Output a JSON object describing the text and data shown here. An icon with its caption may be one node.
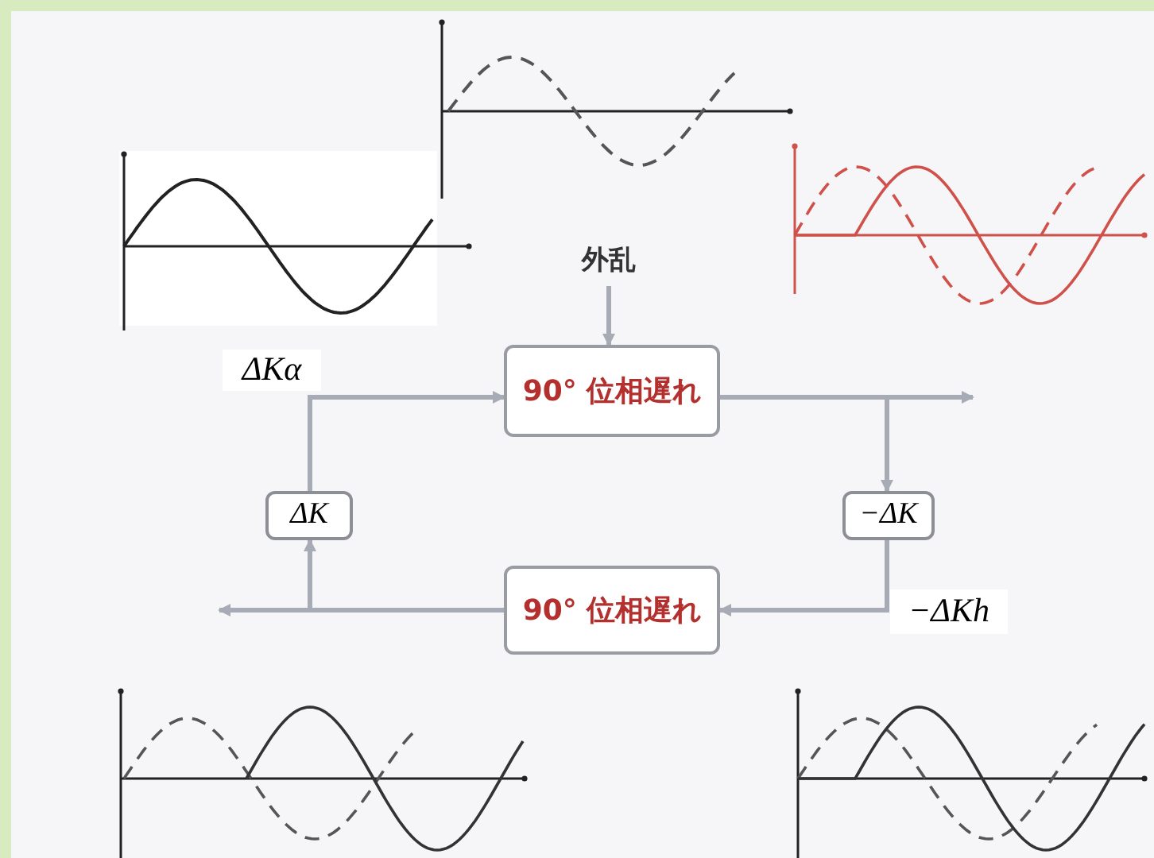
{
  "diagram": {
    "nodes": [
      {
        "text": [
          "外乱"
        ]
      },
      {
        "text": [
          "90° 位相遅れ"
        ]
      },
      {
        "text": [
          "−ΔK"
        ]
      },
      {
        "text": [
          "90° 位相遅れ"
        ]
      },
      {
        "text": [
          "ΔK"
        ]
      }
    ],
    "edges": [
      {
        "from": 0,
        "to": 1,
        "arrow": "to"
      },
      {
        "from": 1,
        "to": null,
        "arrow": "to"
      },
      {
        "from": 1,
        "to": 2,
        "arrow": "to"
      },
      {
        "from": 2,
        "to": 3,
        "arrow": "to"
      },
      {
        "from": 3,
        "to": null,
        "arrow": "to"
      },
      {
        "from": 3,
        "to": 4,
        "arrow": "to"
      },
      {
        "from": 4,
        "to": 1,
        "arrow": "to"
      }
    ],
    "labels": [
      "ΔKα",
      "−ΔKh"
    ]
  }
}
